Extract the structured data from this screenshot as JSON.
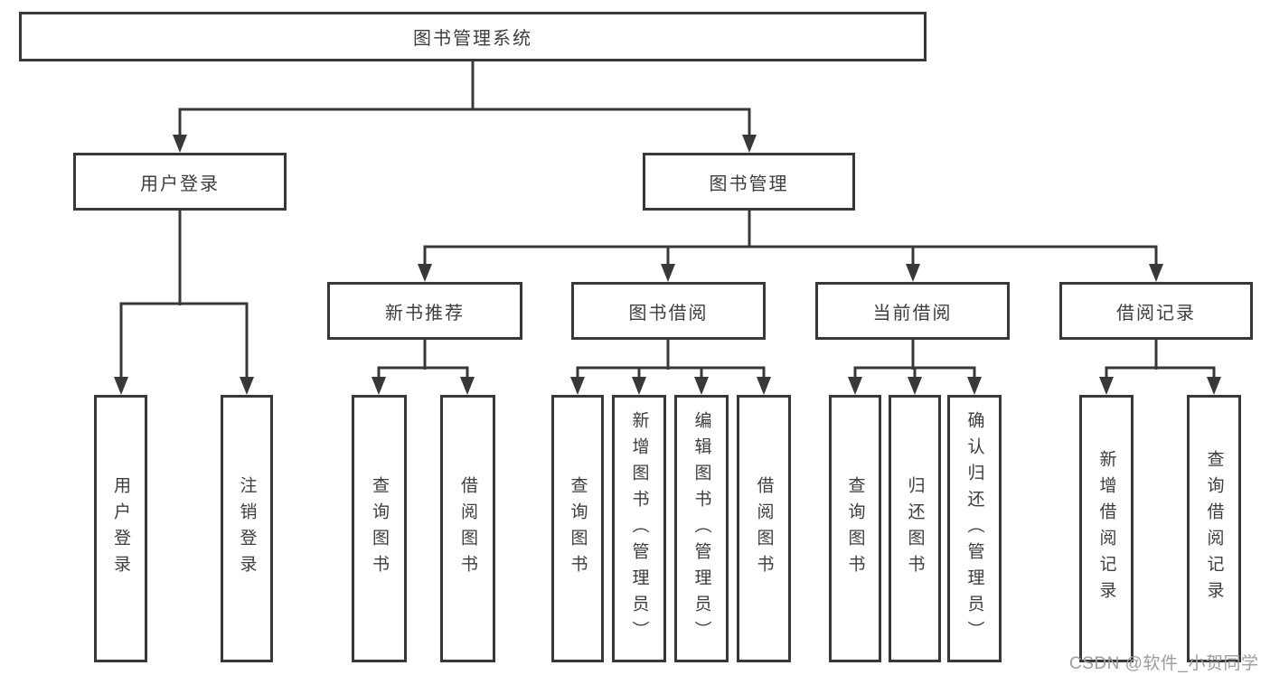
{
  "diagram": {
    "title": "图书管理系统",
    "branches": [
      {
        "label": "用户登录",
        "children": [
          {
            "label": "用户登录"
          },
          {
            "label": "注销登录"
          }
        ]
      },
      {
        "label": "图书管理",
        "children": [
          {
            "label": "新书推荐",
            "children": [
              {
                "label": "查询图书"
              },
              {
                "label": "借阅图书"
              }
            ]
          },
          {
            "label": "图书借阅",
            "children": [
              {
                "label": "查询图书"
              },
              {
                "label": "新增图书（管理员）"
              },
              {
                "label": "编辑图书（管理员）"
              },
              {
                "label": "借阅图书"
              }
            ]
          },
          {
            "label": "当前借阅",
            "children": [
              {
                "label": "查询图书"
              },
              {
                "label": "归还图书"
              },
              {
                "label": "确认归还（管理员）"
              }
            ]
          },
          {
            "label": "借阅记录",
            "children": [
              {
                "label": "新增借阅记录"
              },
              {
                "label": "查询借阅记录"
              }
            ]
          }
        ]
      }
    ]
  },
  "watermark": "CSDN @软件_小贺同学",
  "colors": {
    "line": "#383838",
    "box_border": "#383838",
    "text": "#3d3d3d",
    "watermark": "#9c9c9c",
    "background": "#ffffff"
  }
}
